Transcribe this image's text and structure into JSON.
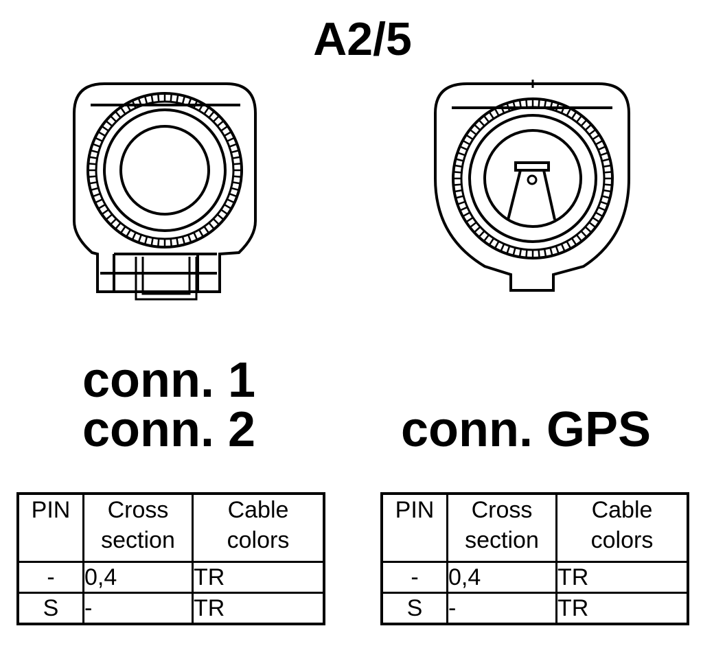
{
  "title": "A2/5",
  "connectors": {
    "left": {
      "labels": [
        "conn. 1",
        "conn. 2"
      ]
    },
    "right": {
      "labels": [
        "conn. GPS"
      ]
    }
  },
  "tables": [
    {
      "headers": {
        "pin": "PIN",
        "cross": [
          "Cross",
          "section"
        ],
        "colors": [
          "Cable",
          "colors"
        ]
      },
      "rows": [
        {
          "pin": "-",
          "cross": "0,4",
          "color": "TR"
        },
        {
          "pin": "S",
          "cross": "-",
          "color": "TR"
        }
      ]
    },
    {
      "headers": {
        "pin": "PIN",
        "cross": [
          "Cross",
          "section"
        ],
        "colors": [
          "Cable",
          "colors"
        ]
      },
      "rows": [
        {
          "pin": "-",
          "cross": "0,4",
          "color": "TR"
        },
        {
          "pin": "S",
          "cross": "-",
          "color": "TR"
        }
      ]
    }
  ]
}
